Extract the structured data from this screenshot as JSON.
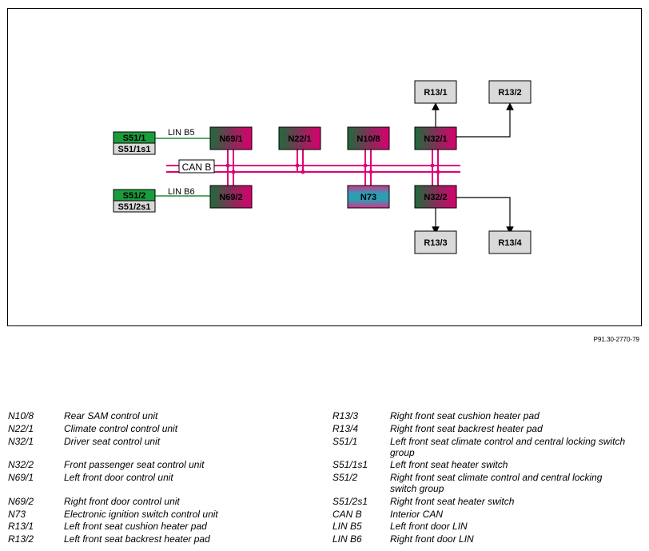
{
  "diagram": {
    "colors": {
      "can_bus": "#e0007a",
      "lin_bus": "#1a8f3a",
      "switch_green": "#1b9c3c",
      "switch_grey": "#d9d9d9",
      "heater_grey": "#d9d9d9",
      "magenta": "#d8006e",
      "dark_green": "#1f6b3a",
      "n73_teal": "#2e9cb3",
      "n73_pink": "#d6338c"
    },
    "bus_labels": {
      "can_b": "CAN B",
      "lin_b5": "LIN B5",
      "lin_b6": "LIN B6"
    },
    "modules": {
      "s51_1": "S51/1",
      "s51_1s1": "S51/1s1",
      "s51_2": "S51/2",
      "s51_2s1": "S51/2s1",
      "n69_1": "N69/1",
      "n69_2": "N69/2",
      "n22_1": "N22/1",
      "n10_8": "N10/8",
      "n73": "N73",
      "n32_1": "N32/1",
      "n32_2": "N32/2",
      "r13_1": "R13/1",
      "r13_2": "R13/2",
      "r13_3": "R13/3",
      "r13_4": "R13/4"
    }
  },
  "reference": "P91.30-2770-79",
  "legend": {
    "left": [
      {
        "code": "N10/8",
        "desc": "Rear SAM control unit"
      },
      {
        "code": "N22/1",
        "desc": "Climate control control unit"
      },
      {
        "code": "N32/1",
        "desc": "Driver seat control unit"
      },
      {
        "code": "N32/2",
        "desc": "Front passenger seat control unit"
      },
      {
        "code": "N69/1",
        "desc": "Left front door control unit"
      },
      {
        "code": "N69/2",
        "desc": "Right front door control unit"
      },
      {
        "code": "N73",
        "desc": "Electronic ignition switch control unit"
      },
      {
        "code": "R13/1",
        "desc": "Left front seat cushion heater pad"
      },
      {
        "code": "R13/2",
        "desc": "Left front seat backrest heater pad"
      }
    ],
    "right": [
      {
        "code": "R13/3",
        "desc": "Right front seat cushion heater pad"
      },
      {
        "code": "R13/4",
        "desc": "Right front seat backrest heater pad"
      },
      {
        "code": "S51/1",
        "desc": "Left front seat climate control and central locking switch group"
      },
      {
        "code": "S51/1s1",
        "desc": "Left front seat heater switch"
      },
      {
        "code": "S51/2",
        "desc": "Right front seat climate control and central locking switch group"
      },
      {
        "code": "S51/2s1",
        "desc": "Right front seat heater switch"
      },
      {
        "code": "CAN B",
        "desc": "Interior CAN"
      },
      {
        "code": "LIN B5",
        "desc": "Left front door LIN"
      },
      {
        "code": "LIN B6",
        "desc": "Right front door LIN"
      }
    ]
  }
}
